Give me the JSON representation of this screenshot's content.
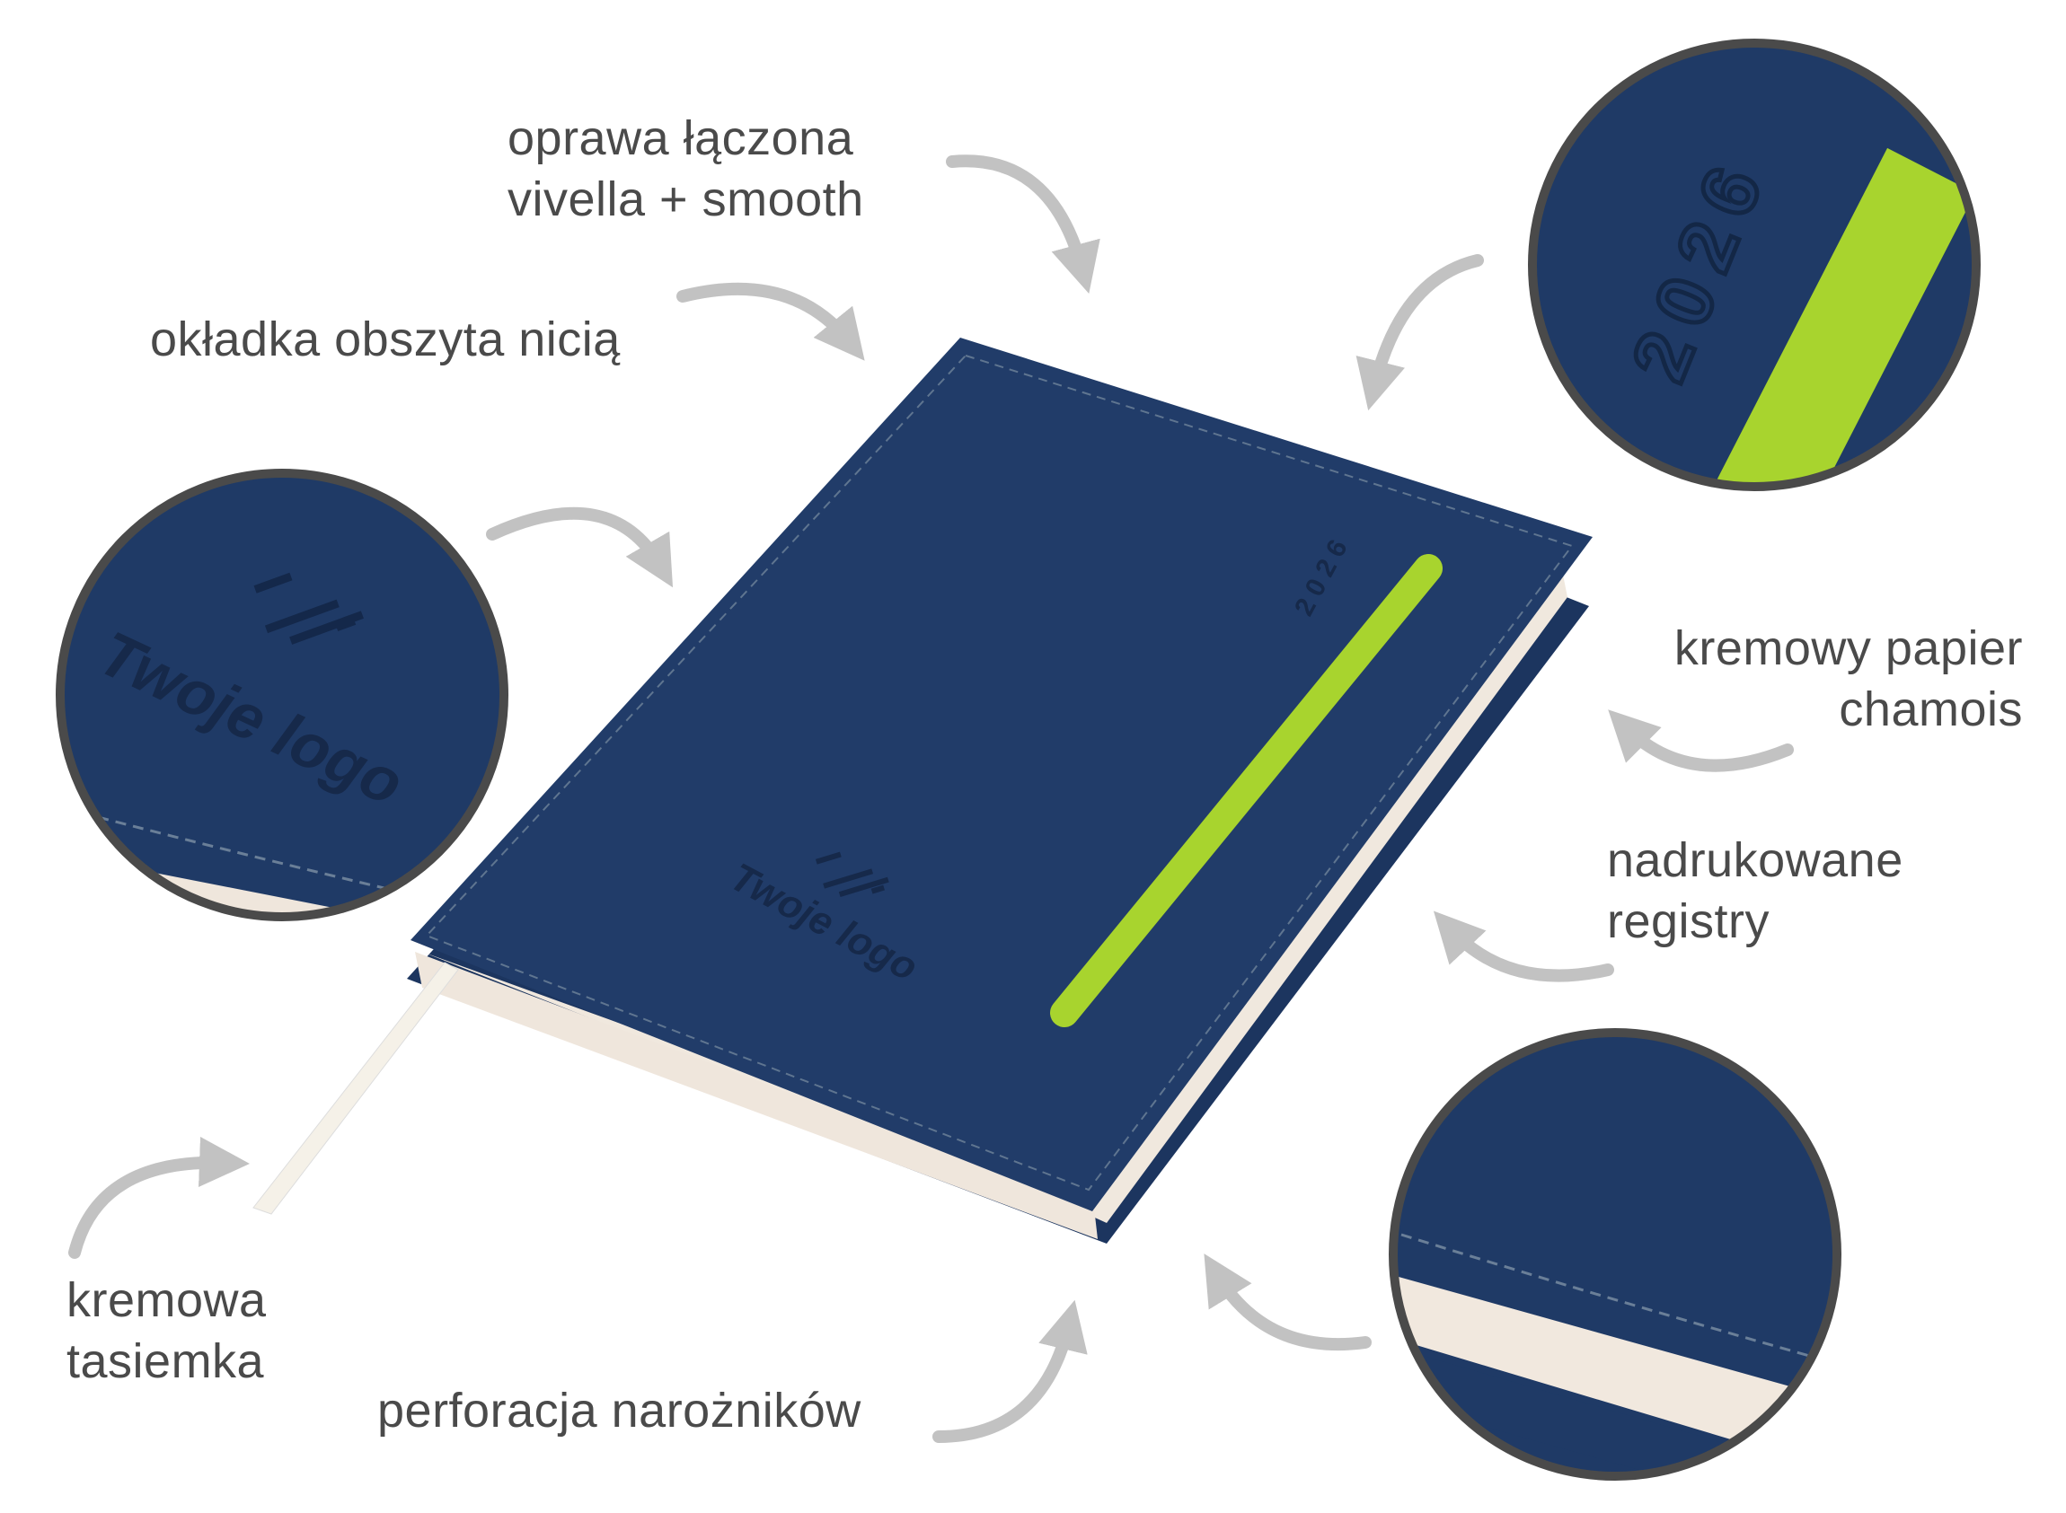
{
  "labels": {
    "binding": [
      "oprawa łączona",
      "vivella + smooth"
    ],
    "stitching": "okładka obszyta nicią",
    "paper": [
      "kremowy papier",
      "chamois"
    ],
    "tabs": [
      "nadrukowane",
      "registry"
    ],
    "ribbon": [
      "kremowa",
      "tasiemka"
    ],
    "corners": "perforacja narożników"
  },
  "product": {
    "year": "2026",
    "logo_text": "Twoje logo"
  },
  "colors": {
    "cover": "#1f3a66",
    "accent_stripe": "#a8d42e",
    "paper": "#f3ece3",
    "text": "#4a4a4a",
    "arrow": "#c2c2c2",
    "circle_border": "#4a4a4a"
  }
}
